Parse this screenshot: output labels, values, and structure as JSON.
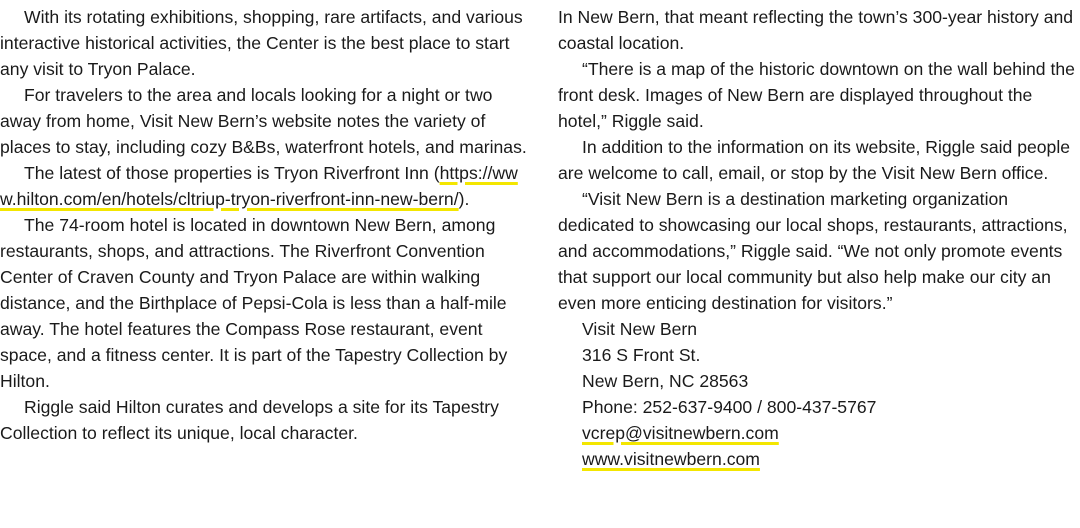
{
  "left_column": {
    "p1": "With its rotating exhibitions, shopping, rare artifacts, and various interactive historical activities, the Center is the best place to start any visit to Tryon Palace.",
    "p2": "For travelers to the area and locals looking for a night or two away from home, Visit New Bern’s website notes the variety of places to stay, including cozy B&Bs, waterfront hotels, and marinas.",
    "p3_before": "The latest of those properties is Tryon Riverfront Inn (",
    "p3_link": "https://www.hilton.com/en/hotels/cltriup-tryon-riverfront-inn-new-bern/",
    "p3_after": ").",
    "p4": "The 74-room hotel is located in downtown New Bern, among restaurants, shops, and attractions. The Riverfront Convention Center of Craven County and Tryon Palace are within walking distance, and the Birthplace of Pepsi-Cola is less than a half-mile away. The hotel features the Compass Rose restaurant, event space, and a fitness center. It is part of the Tapestry Collection by Hilton.",
    "p5": "Riggle said Hilton curates and develops a site for its Tapestry Collection to reflect its unique, local character."
  },
  "right_column": {
    "p1": "In New Bern, that meant reflecting the town’s 300-year history and coastal location.",
    "p2": "“There is a map of the historic downtown on the wall behind the front desk. Images of New Bern are displayed throughout the hotel,” Riggle said.",
    "p3": "In addition to the information on its website, Riggle said people are welcome to call, email, or stop by the Visit New Bern office.",
    "p4": "“Visit New Bern is a destination marketing organization dedicated to showcasing our local shops, restaurants, attractions, and accommodations,” Riggle said. “We not only promote events that support our local community but also help make our city an even more enticing destination for visitors.”",
    "address": {
      "name": "Visit New Bern",
      "street": "316 S Front St.",
      "city": "New Bern, NC 28563",
      "phone": "Phone: 252-637-9400 / 800-437-5767",
      "email": "vcrep@visitnewbern.com",
      "website": "www.visitnewbern.com"
    }
  },
  "colors": {
    "text": "#1a1a1a",
    "link_underline": "#f3e600"
  }
}
